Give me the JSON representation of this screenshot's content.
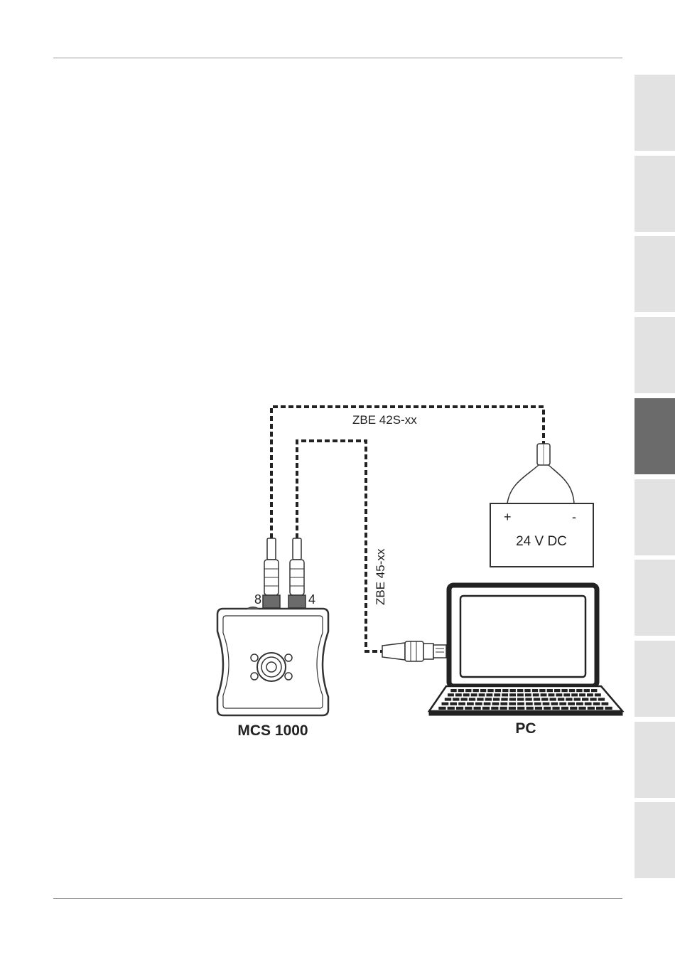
{
  "tabs": {
    "count": 10,
    "active_index": 4,
    "colors": {
      "inactive": "#e2e2e2",
      "active": "#6b6b6b"
    }
  },
  "diagram": {
    "cable_power_label": "ZBE 42S-xx",
    "cable_pc_label": "ZBE 45-xx",
    "port_left_label": "8",
    "port_right_label": "4",
    "supply_plus": "+",
    "supply_minus": "-",
    "supply_voltage": "24 V DC",
    "device_label": "MCS 1000",
    "pc_label": "PC"
  }
}
